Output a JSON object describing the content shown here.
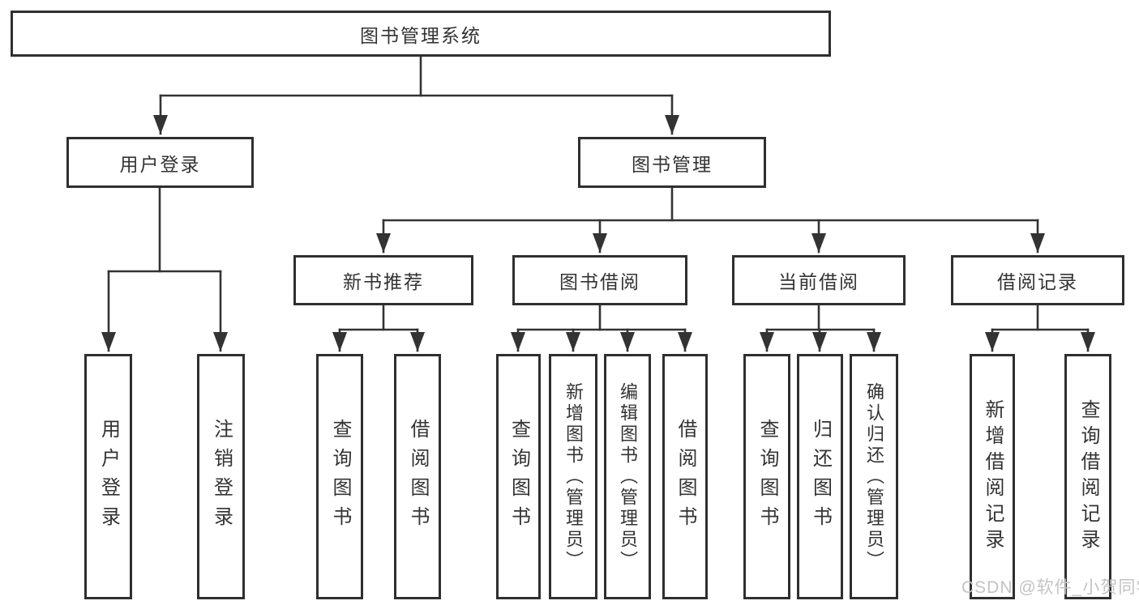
{
  "diagram": {
    "root": {
      "label": "图书管理系统"
    },
    "children": [
      {
        "label": "用户登录",
        "children": [
          {
            "label": "用户登录"
          },
          {
            "label": "注销登录"
          }
        ]
      },
      {
        "label": "图书管理",
        "children": [
          {
            "label": "新书推荐",
            "children": [
              {
                "label": "查询图书"
              },
              {
                "label": "借阅图书"
              }
            ]
          },
          {
            "label": "图书借阅",
            "children": [
              {
                "label": "查询图书"
              },
              {
                "label": "新增图书（管理员）"
              },
              {
                "label": "编辑图书（管理员）"
              },
              {
                "label": "借阅图书"
              }
            ]
          },
          {
            "label": "当前借阅",
            "children": [
              {
                "label": "查询图书"
              },
              {
                "label": "归还图书"
              },
              {
                "label": "确认归还（管理员）"
              }
            ]
          },
          {
            "label": "借阅记录",
            "children": [
              {
                "label": "新增借阅记录"
              },
              {
                "label": "查询借阅记录"
              }
            ]
          }
        ]
      }
    ]
  },
  "watermark": {
    "text": "CSDN @软件_小贺同学"
  },
  "colors": {
    "line": "#333333",
    "box_border": "#2f2f2f",
    "text": "#333333",
    "watermark": "#c3c3c3",
    "background": "#ffffff"
  }
}
